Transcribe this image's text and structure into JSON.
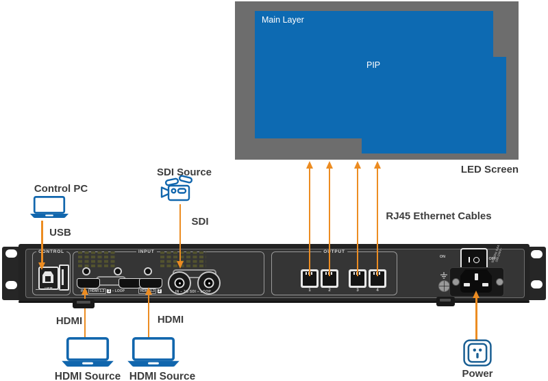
{
  "colors": {
    "layer_blue": "#0d6ab2",
    "icon_blue": "#1166ad",
    "bezel_gray": "#6d6d6d",
    "arrow_orange": "#ec8c21",
    "text_gray": "#3d3d3d",
    "vent_olive": "#53532e"
  },
  "led_screen": {
    "main_layer": "Main Layer",
    "pip": "PIP",
    "caption": "LED Screen"
  },
  "labels": {
    "control_pc": "Control PC",
    "usb": "USB",
    "sdi_source": "SDI Source",
    "sdi": "SDI",
    "rj45": "RJ45 Ethernet Cables",
    "hdmi_left": "HDMI",
    "hdmi_right": "HDMI",
    "hdmi_source_left": "HDMI Source",
    "hdmi_source_right": "HDMI Source",
    "power": "Power"
  },
  "device": {
    "control": {
      "section": "CONTROL",
      "usb_port": "USB"
    },
    "input": {
      "section": "INPUT",
      "hdmi_in_prefix": "IN –",
      "hdmi_chip_1": "HDMI 1.3",
      "hdmi_num_1": "1",
      "hdmi_loop_suffix": "– LOOP",
      "hdmi_chip_2": "HDMI 1.3",
      "hdmi_num_2": "2",
      "sdi_ports": "IN – 3G SDI – LOOP"
    },
    "output": {
      "section": "OUTPUT",
      "ports": [
        "1",
        "2",
        "3",
        "4"
      ]
    },
    "power": {
      "on": "ON",
      "off": "OFF",
      "rating_1": "50/60Hz 0.6A",
      "rating_2": "100-240V~"
    }
  }
}
